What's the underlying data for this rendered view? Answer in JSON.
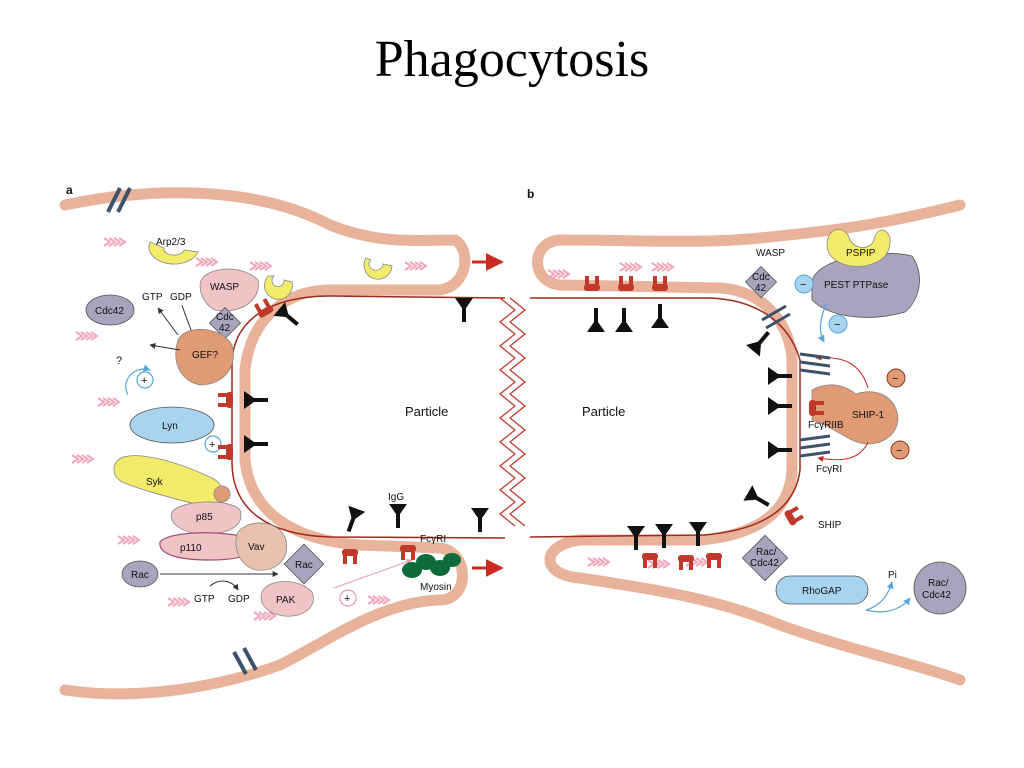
{
  "title": "Phagocytosis",
  "panels": {
    "a": "a",
    "b": "b"
  },
  "particle_a": "Particle",
  "particle_b": "Particle",
  "labels_a": {
    "arp23": "Arp2/3",
    "wasp": "WASP",
    "cdc42_small_1": "Cdc",
    "cdc42_small_2": "42",
    "gtp_top": "GTP",
    "gdp_top": "GDP",
    "cdc42": "Cdc42",
    "gef": "GEF?",
    "question": "?",
    "plus": "+",
    "lyn": "Lyn",
    "syk": "Syk",
    "p85": "p85",
    "p110": "p110",
    "vav": "Vav",
    "rac_left": "Rac",
    "rac_diamond": "Rac",
    "gtp_bottom": "GTP",
    "gdp_bottom": "GDP",
    "pak": "PAK",
    "igg": "IgG",
    "fcgri": "FcγRI",
    "myosin": "Myosin"
  },
  "labels_b": {
    "wasp": "WASP",
    "cdc42_small_1": "Cdc",
    "cdc42_small_2": "42",
    "pspip": "PSPIP",
    "pest": "PEST PTPase",
    "minus": "−",
    "ship1": "SHIP-1",
    "fcgriib": "FcγRIIB",
    "fcgri": "FcγRI",
    "ship": "SHIP",
    "rac_cdc42_1": "Rac/",
    "rac_cdc42_2": "Cdc42",
    "rhogap": "RhoGAP",
    "pi": "Pi",
    "rac_cdc42_gray_1": "Rac/",
    "rac_cdc42_gray_2": "Cdc42"
  },
  "colors": {
    "membrane": "#e8b39a",
    "membrane_line": "#a02a1a",
    "receptor": "#c0392b",
    "igg_black": "#111111",
    "yellow": "#f2ec6a",
    "pink": "#f0c4c4",
    "gray_purple": "#a9a3bd",
    "salmon": "#e09a74",
    "light_blue": "#a9d4ef",
    "blue_line": "#5aa6d6",
    "green": "#0e6b3a",
    "dark_slate": "#3e5269",
    "arrow_red": "#cc2a22"
  }
}
